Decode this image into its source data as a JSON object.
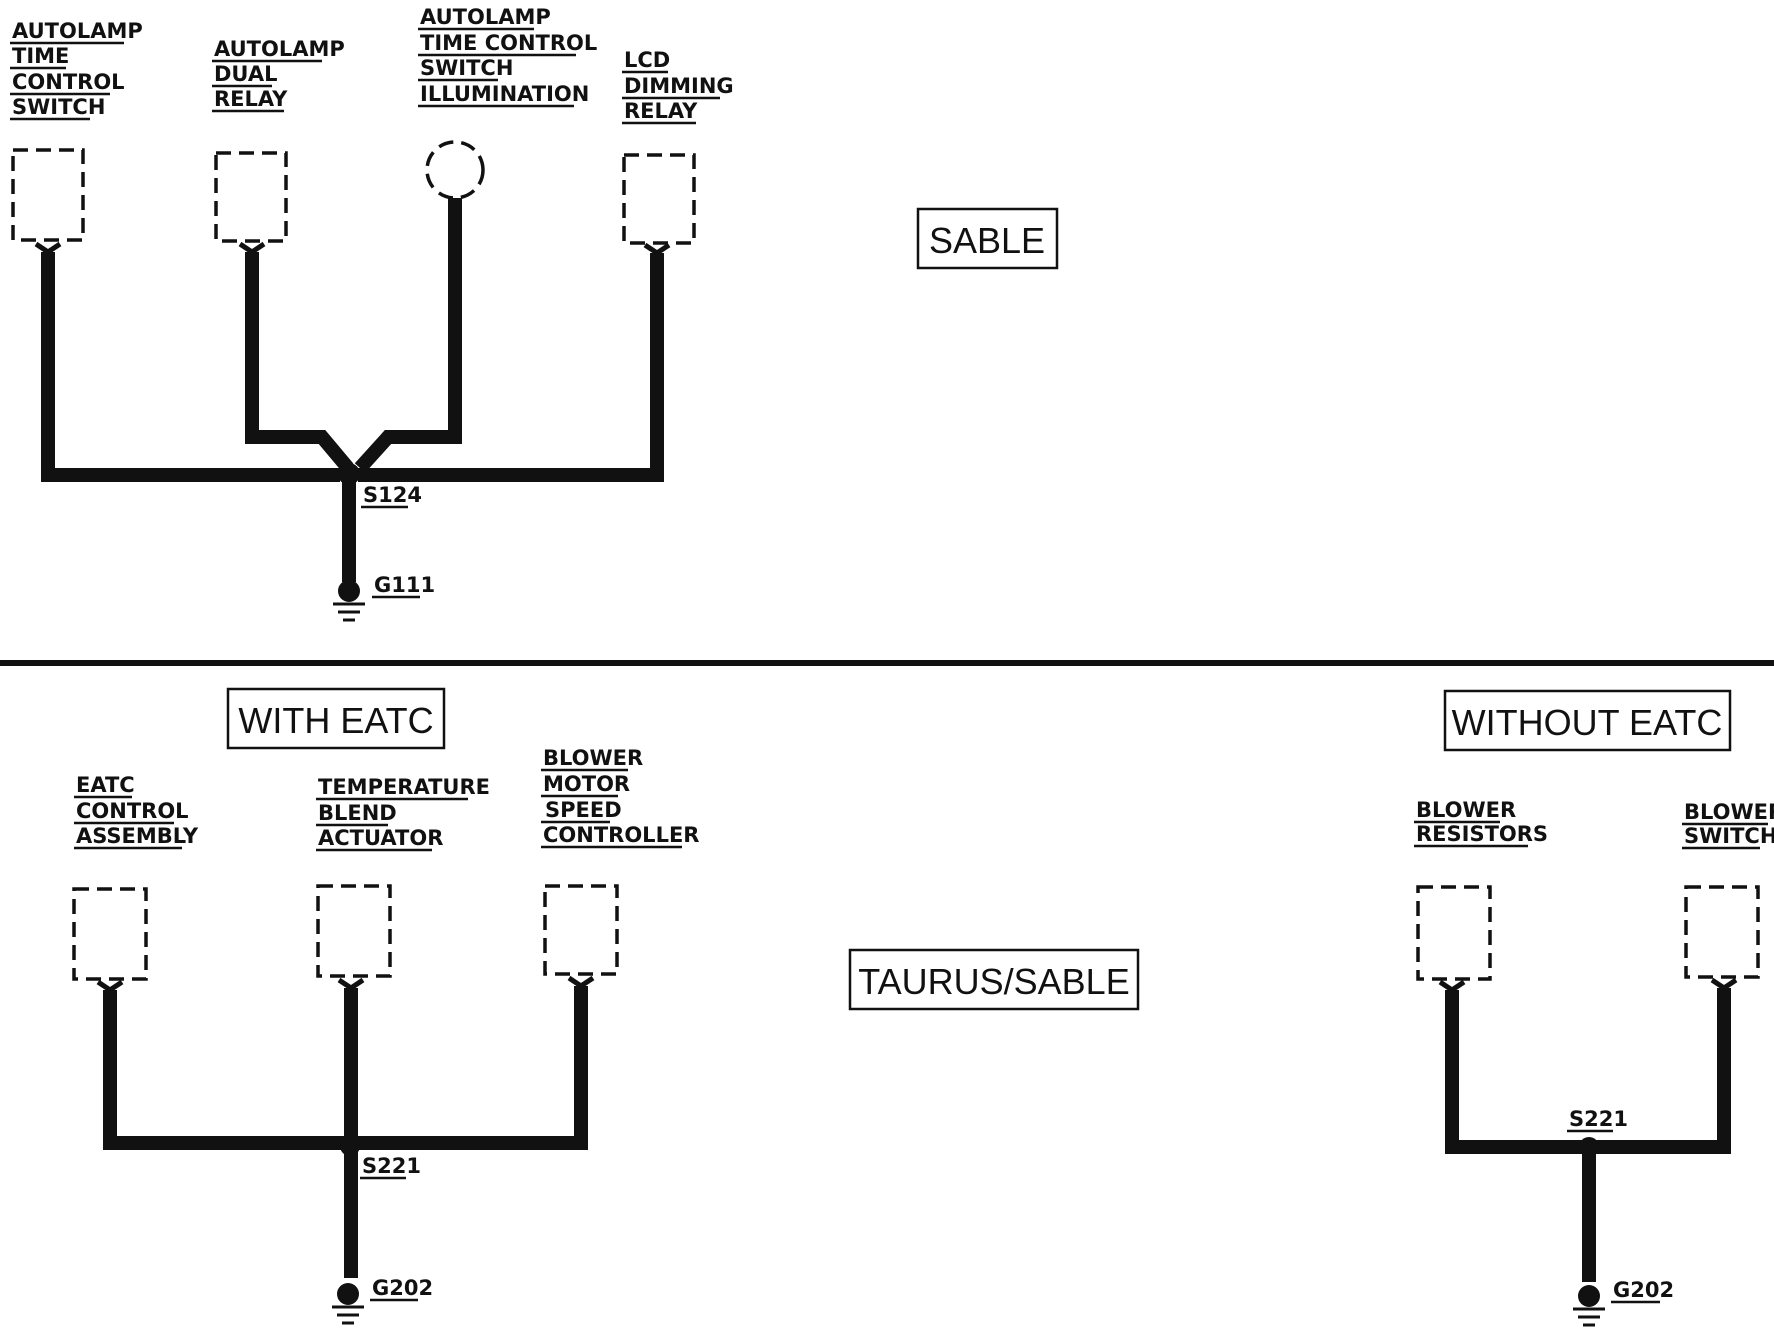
{
  "sable_section": {
    "title": "SABLE",
    "components": [
      {
        "lines": [
          "AUTOLAMP",
          "TIME",
          "CONTROL",
          "SWITCH"
        ]
      },
      {
        "lines": [
          "AUTOLAMP",
          "DUAL",
          "RELAY"
        ]
      },
      {
        "lines": [
          "AUTOLAMP",
          "TIME CONTROL",
          "SWITCH",
          "ILLUMINATION"
        ]
      },
      {
        "lines": [
          "LCD",
          "DIMMING",
          "RELAY"
        ]
      }
    ],
    "splice": "S124",
    "ground": "G111"
  },
  "eatc_section": {
    "title": "WITH EATC",
    "components": [
      {
        "lines": [
          "EATC",
          "CONTROL",
          "ASSEMBLY"
        ]
      },
      {
        "lines": [
          "TEMPERATURE",
          "BLEND",
          "ACTUATOR"
        ]
      },
      {
        "lines": [
          "BLOWER",
          "MOTOR",
          "SPEED",
          "CONTROLLER"
        ]
      }
    ],
    "splice": "S221",
    "ground": "G202"
  },
  "middle_label": "TAURUS/SABLE",
  "no_eatc_section": {
    "title": "WITHOUT EATC",
    "components": [
      {
        "lines": [
          "BLOWER",
          "RESISTORS"
        ]
      },
      {
        "lines": [
          "BLOWER",
          "SWITCH"
        ]
      }
    ],
    "splice": "S221",
    "ground": "G202"
  }
}
